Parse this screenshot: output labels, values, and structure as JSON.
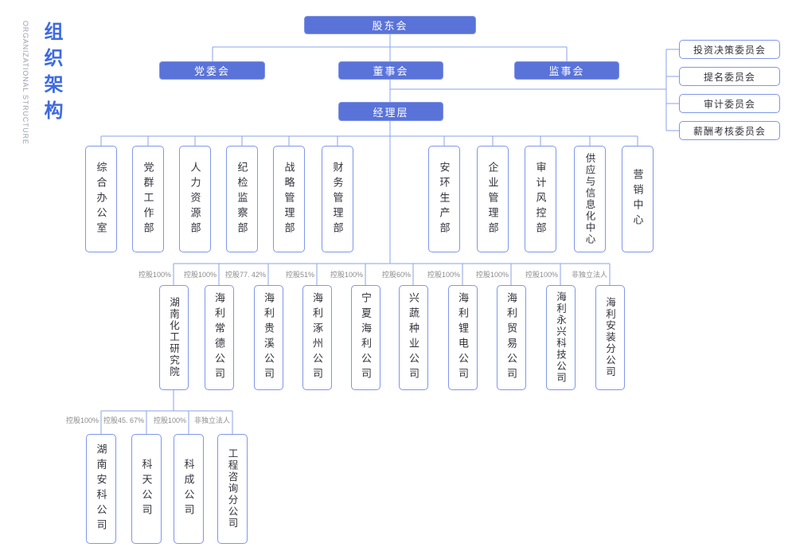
{
  "page_title": {
    "zh": "组织架构",
    "en": "ORGANIZATIONAL STRUCTURE"
  },
  "colors": {
    "node_fill_blue": "#5a73d8",
    "node_border_blue": "#8096ea",
    "connector_blue": "#8ba0ea",
    "title_blue": "#3e6ae1",
    "ownership_gray": "#8b8b8b"
  },
  "top_nodes": {
    "shareholders": "股东会",
    "party_committee": "党委会",
    "board": "董事会",
    "supervisory_board": "监事会",
    "management": "经理层"
  },
  "committees": [
    "投资决策委员会",
    "提名委员会",
    "审计委员会",
    "薪酬考核委员会"
  ],
  "departments": [
    "综合办公室",
    "党群工作部",
    "人力资源部",
    "纪检监察部",
    "战略管理部",
    "财务管理部",
    "安环生产部",
    "企业管理部",
    "审计风控部",
    "供应与信息化中心",
    "营销中心"
  ],
  "subsidiaries": [
    {
      "name": "湖南化工研究院",
      "ownership": "控股100%"
    },
    {
      "name": "海利常德公司",
      "ownership": "控股100%"
    },
    {
      "name": "海利贵溪公司",
      "ownership": "控股77. 42%"
    },
    {
      "name": "海利涿州公司",
      "ownership": "控股51%"
    },
    {
      "name": "宁夏海利公司",
      "ownership": "控股100%"
    },
    {
      "name": "兴蔬种业公司",
      "ownership": "控股60%"
    },
    {
      "name": "海利锂电公司",
      "ownership": "控股100%"
    },
    {
      "name": "海利贸易公司",
      "ownership": "控股100%"
    },
    {
      "name": "海利永兴科技公司",
      "ownership": "控股100%"
    },
    {
      "name": "海利安装分公司",
      "ownership": "非独立法人"
    }
  ],
  "research_children": [
    {
      "name": "湖南安科公司",
      "ownership": "控股100%"
    },
    {
      "name": "科天公司",
      "ownership": "控股45. 67%"
    },
    {
      "name": "科成公司",
      "ownership": "控股100%"
    },
    {
      "name": "工程咨询分公司",
      "ownership": "非独立法人"
    }
  ]
}
